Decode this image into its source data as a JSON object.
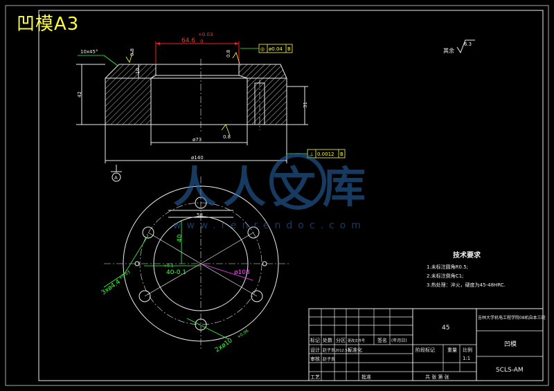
{
  "title": "凹模A3",
  "watermark": {
    "brand": "人人文库",
    "url": "www.renrendoc.com"
  },
  "surface_finish": {
    "rest_label": "其余",
    "rest_value": "6.3"
  },
  "section_view": {
    "top_diameter": "64.6",
    "top_tol_upper": "+0.03",
    "top_tol_lower": "0",
    "chamfer": "10x45°",
    "rough_left": "0.8",
    "rough_right": "0.8",
    "rough_bottom": "0.8",
    "height_left": "42",
    "height_right": "31",
    "inner_step": "10",
    "bore_diameter": "ø73",
    "outer_diameter": "ø140",
    "tol_concentricity": {
      "symbol": "◎",
      "value": "ø0.04",
      "datum": "B"
    },
    "tol_flatness": {
      "symbol": "⊥",
      "value": "0.0012",
      "datum": "B"
    },
    "datum_label": "A"
  },
  "plan_view": {
    "dim_58": "58",
    "dim_40_vertical": "40",
    "dim_40_horizontal": "40-0.1",
    "dim_tol_small": "+0.1",
    "dim_pitch": "ø108",
    "holes_label": "3xø4.4",
    "holes_tol": "+0.03",
    "pin_label": "2xø10",
    "pin_tol": "+0.06"
  },
  "requirements": {
    "heading": "技术要求",
    "items": [
      "1.未标注圆角R0.5;",
      "2.未标注倒角C1;",
      "3.热处理：淬火，硬度为45-48HRC."
    ]
  },
  "title_block": {
    "material": "45",
    "school": "吉林大学机电工程学院08机自本三班",
    "part_name": "凹模",
    "drawing_no": "SCLS-AM",
    "scale": "1:1",
    "header_row": [
      "标记",
      "处数",
      "分区",
      "更改文件号",
      "签名",
      "(年月日)"
    ],
    "row_design": [
      "设计",
      "赵子良",
      "2012.5.1",
      "标准化"
    ],
    "row_check": [
      "审核",
      "赵子良"
    ],
    "row_process": [
      "工艺",
      "",
      "批准"
    ],
    "stage_label": "阶段标记",
    "weight_label": "重量",
    "scale_label": "比例",
    "sheet_label": "共  张  第  张"
  }
}
